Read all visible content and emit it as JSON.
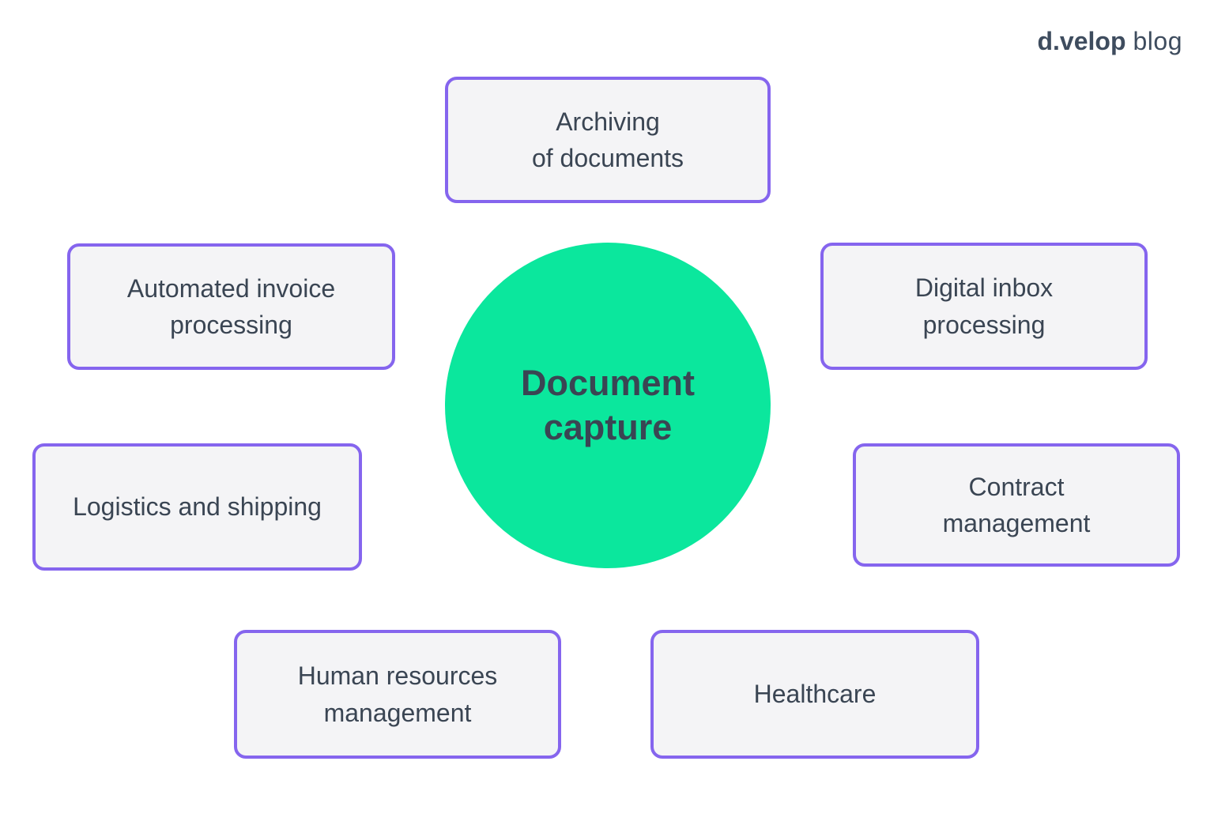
{
  "logo": {
    "brand": "d.velop",
    "suffix": "blog"
  },
  "center": {
    "label": "Document\ncapture"
  },
  "boxes": [
    {
      "id": "archiving",
      "label": "Archiving\nof documents"
    },
    {
      "id": "automated-invoice",
      "label": "Automated invoice\nprocessing"
    },
    {
      "id": "digital-inbox",
      "label": "Digital inbox\nprocessing"
    },
    {
      "id": "logistics",
      "label": "Logistics and shipping"
    },
    {
      "id": "contract",
      "label": "Contract\nmanagement"
    },
    {
      "id": "human-resources",
      "label": "Human resources\nmanagement"
    },
    {
      "id": "healthcare",
      "label": "Healthcare"
    }
  ],
  "colors": {
    "background": "#ffffff",
    "box_border": "#8565ee",
    "box_fill": "#f4f4f6",
    "text": "#3a4553",
    "circle_fill": "#0be79d",
    "logo_color": "#3e4c5e"
  }
}
